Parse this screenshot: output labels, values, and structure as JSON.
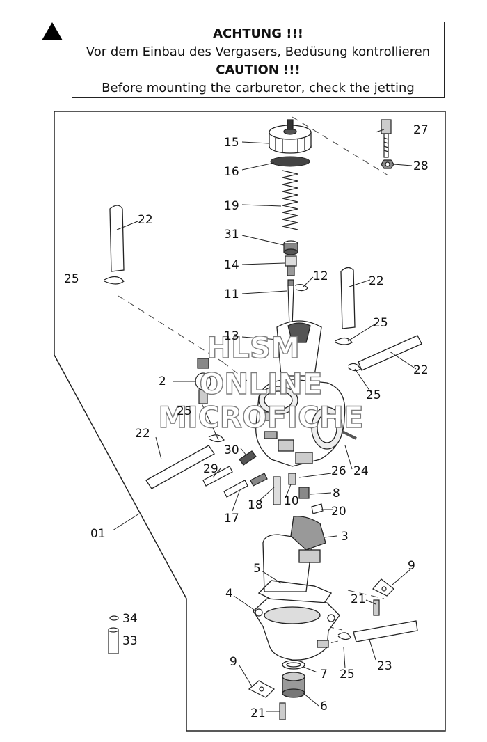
{
  "warning": {
    "title_de": "ACHTUNG !!!",
    "text_de": "Vor dem Einbau des Vergasers, Bedüsung kontrollieren",
    "title_en": "CAUTION !!!",
    "text_en": "Before mounting the carburetor, check the jetting",
    "icon": "warning-triangle-icon"
  },
  "watermark": {
    "line1": "HLSM",
    "line2": "ONLINE",
    "line3": "MICROFICHE"
  },
  "callouts": {
    "c01": "01",
    "c2": "2",
    "c3": "3",
    "c4": "4",
    "c5": "5",
    "c6": "6",
    "c7": "7",
    "c8": "8",
    "c9a": "9",
    "c9b": "9",
    "c10": "10",
    "c11": "11",
    "c12": "12",
    "c13": "13",
    "c14": "14",
    "c15": "15",
    "c16": "16",
    "c17": "17",
    "c18": "18",
    "c19": "19",
    "c20": "20",
    "c21a": "21",
    "c21b": "21",
    "c22a": "22",
    "c22b": "22",
    "c22c": "22",
    "c22d": "22",
    "c23": "23",
    "c24": "24",
    "c25a": "25",
    "c25b": "25",
    "c25c": "25",
    "c25d": "25",
    "c25e": "25",
    "c26": "26",
    "c27": "27",
    "c28": "28",
    "c29": "29",
    "c30": "30",
    "c31": "31",
    "c33": "33",
    "c34": "34"
  }
}
